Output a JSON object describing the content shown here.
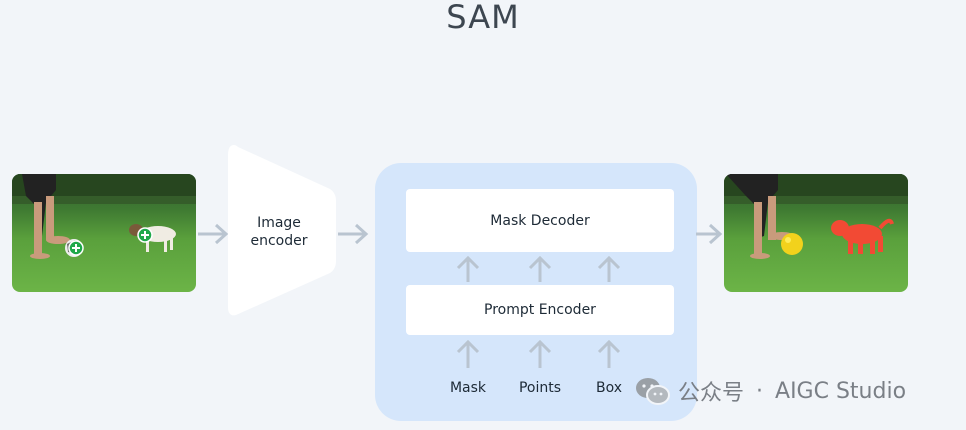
{
  "title": "SAM",
  "image_encoder": {
    "line1": "Image",
    "line2": "encoder"
  },
  "mask_decoder": {
    "label": "Mask Decoder"
  },
  "prompt_encoder": {
    "label": "Prompt Encoder"
  },
  "prompt_inputs": [
    "Mask",
    "Points",
    "Box"
  ],
  "watermark": {
    "prefix": "公众号",
    "separator": "·",
    "name": "AIGC Studio"
  },
  "colors": {
    "panel": "#d5e6fb",
    "point_marker": "#1fa84a",
    "ball_mask": "#f2d21c",
    "dog_mask": "#f24a34",
    "arrow": "#b9c4d0"
  }
}
